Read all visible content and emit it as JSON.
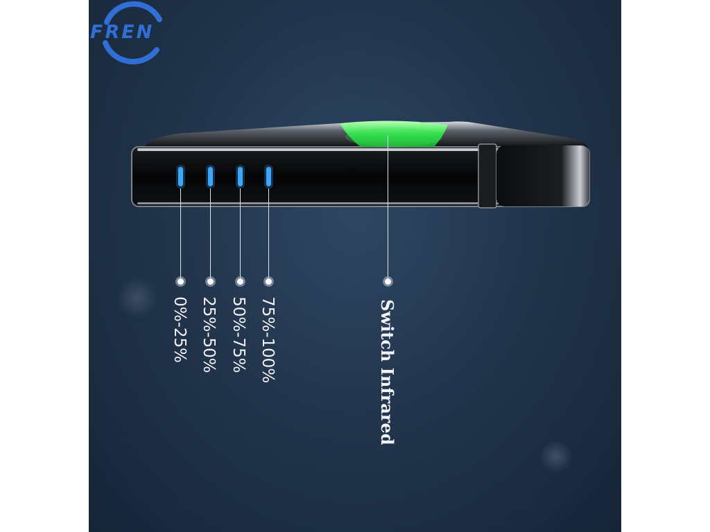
{
  "logo": {
    "text": "FREN",
    "color": "#2f6fd6"
  },
  "indicators": [
    {
      "label": "0%-25%",
      "color": "#3aa8ff"
    },
    {
      "label": "25%-50%",
      "color": "#3aa8ff"
    },
    {
      "label": "50%-75%",
      "color": "#3aa8ff"
    },
    {
      "label": "75%-100%",
      "color": "#3aa8ff"
    }
  ],
  "switch": {
    "label": "Switch Infrared",
    "color": "#39e05a"
  }
}
